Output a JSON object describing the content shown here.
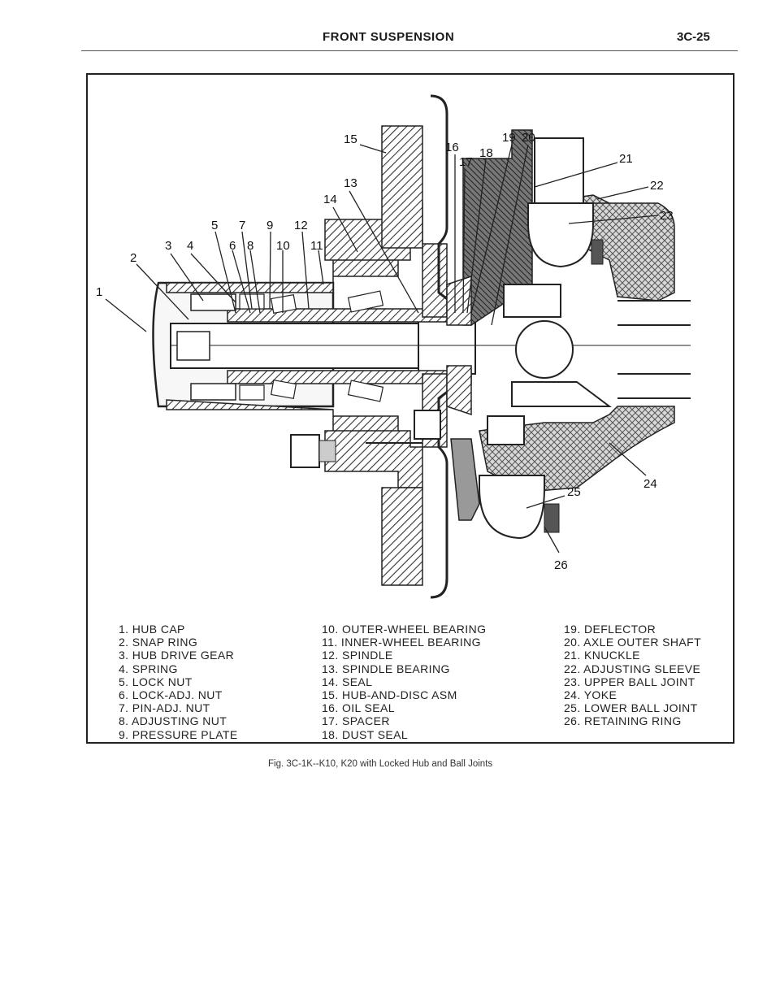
{
  "header": {
    "section_title": "FRONT SUSPENSION",
    "page_number": "3C-25"
  },
  "figure": {
    "callouts": [
      "1",
      "2",
      "3",
      "4",
      "5",
      "6",
      "7",
      "8",
      "9",
      "10",
      "11",
      "12",
      "13",
      "14",
      "15",
      "16",
      "17",
      "18",
      "19",
      "20",
      "21",
      "22",
      "23",
      "24",
      "25",
      "26"
    ],
    "legend": [
      "1. HUB CAP",
      "2. SNAP RING",
      "3. HUB DRIVE GEAR",
      "4. SPRING",
      "5. LOCK NUT",
      "6. LOCK-ADJ. NUT",
      "7. PIN-ADJ. NUT",
      "8. ADJUSTING NUT",
      "9. PRESSURE PLATE",
      "10. OUTER-WHEEL BEARING",
      "11. INNER-WHEEL BEARING",
      "12. SPINDLE",
      "13. SPINDLE BEARING",
      "14. SEAL",
      "15. HUB-AND-DISC ASM",
      "16. OIL SEAL",
      "17. SPACER",
      "18. DUST SEAL",
      "19. DEFLECTOR",
      "20. AXLE OUTER SHAFT",
      "21. KNUCKLE",
      "22. ADJUSTING SLEEVE",
      "23. UPPER BALL JOINT",
      "24. YOKE",
      "25. LOWER BALL JOINT",
      "26. RETAINING RING"
    ],
    "caption": "Fig. 3C-1K--K10, K20 with Locked Hub and Ball Joints"
  }
}
